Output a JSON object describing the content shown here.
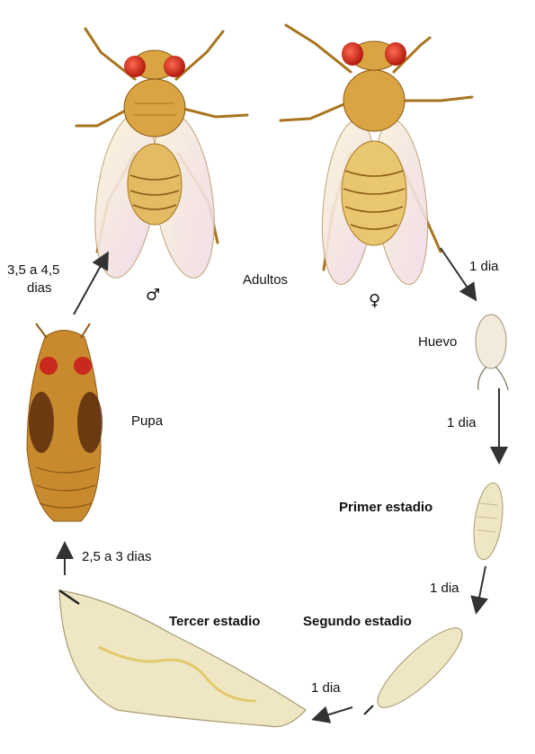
{
  "stages": {
    "adults": "Adultos",
    "egg": "Huevo",
    "pupa": "Pupa",
    "first_instar": "Primer estadio",
    "second_instar": "Segundo estadio",
    "third_instar": "Tercer estadio"
  },
  "sex_symbols": {
    "male": "♂",
    "female": "♀"
  },
  "durations": {
    "adult_to_egg": "1 dia",
    "egg_to_first": "1 dia",
    "first_to_second": "1 dia",
    "second_to_third": "1 dia",
    "third_to_pupa": "2,5 a 3 dias",
    "pupa_to_adult_line1": "3,5 a 4,5",
    "pupa_to_adult_line2": "dias"
  },
  "colors": {
    "fly_body": "#d9a441",
    "fly_eye": "#c8281e",
    "wing": "#f3e9c2",
    "pupa": "#c98a2e",
    "larva": "#efe6c4",
    "arrow": "#333333"
  }
}
